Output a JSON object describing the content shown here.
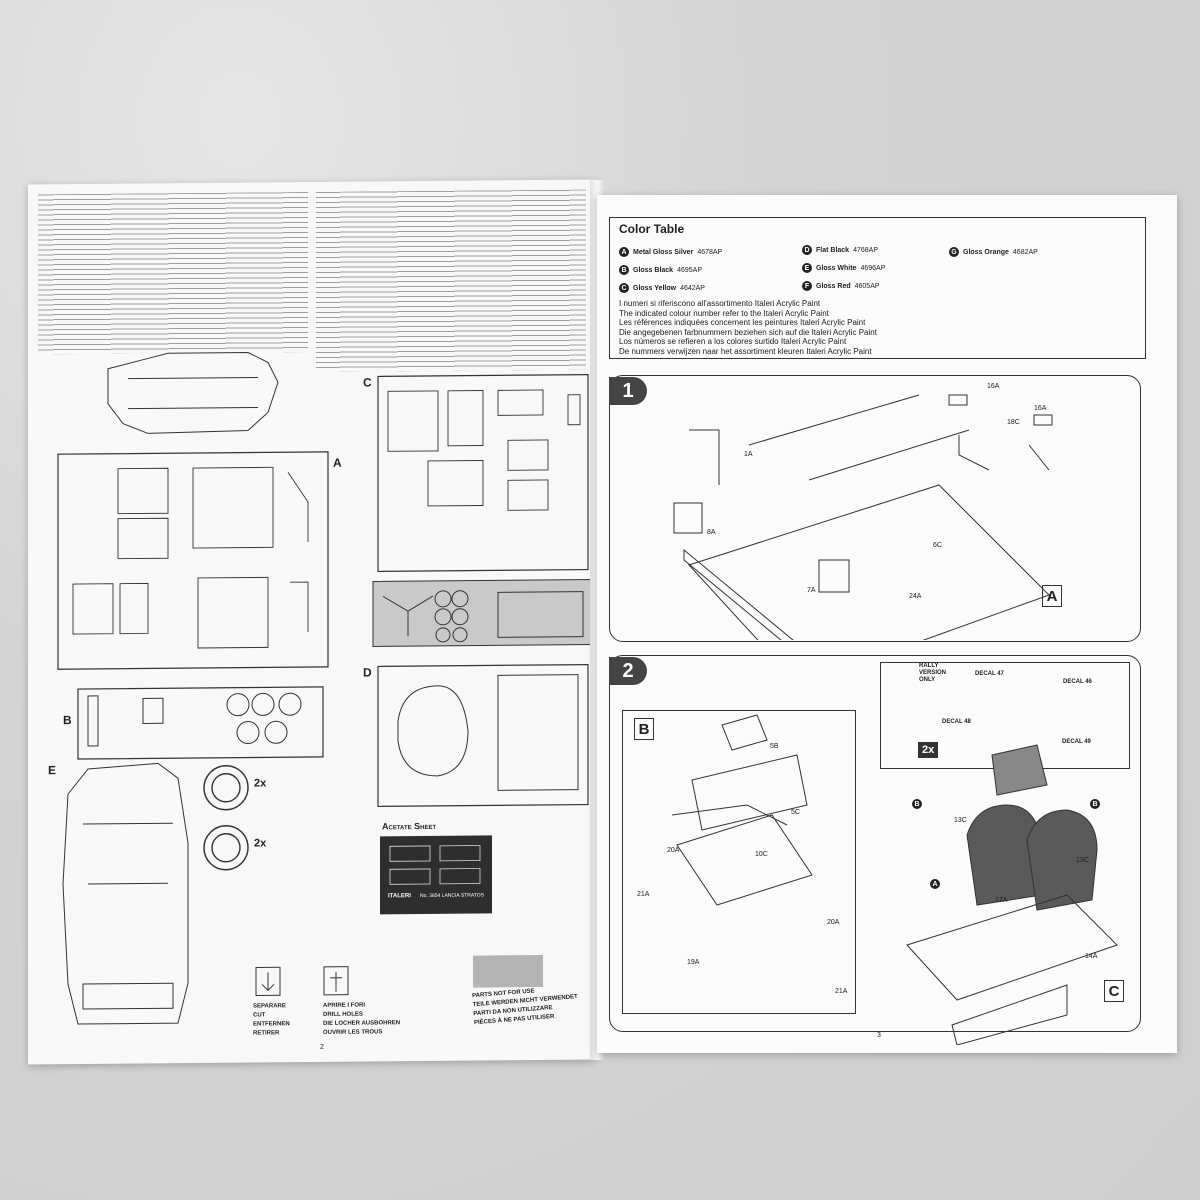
{
  "left_page": {
    "page_number": "2",
    "sprue_labels": {
      "a": "A",
      "b": "B",
      "c": "C",
      "d": "D",
      "e": "E"
    },
    "tire_count_1": "2x",
    "tire_count_2": "2x",
    "acetate_title": "Acetate Sheet",
    "acetate_brand": "ITALERI",
    "acetate_number": "No. 3654 LANCIA STRATOS",
    "tools": [
      {
        "label": "SEPARARE\nCUT\nENTFERNEN\nRETIRER"
      },
      {
        "label": "APRIRE I FORI\nDRILL HOLES\nDIE LOCHER AUSBOHREN\nOUVRIR LES TROUS"
      },
      {
        "label": "PARTS NOT FOR USE\nTEILE WERDEN NICHT VERWENDET\nPARTI DA NON UTILIZZARE\nPIÈCES À NE PAS UTILISER"
      }
    ]
  },
  "right_page": {
    "page_number": "3",
    "color_table": {
      "title": "Color Table",
      "items": [
        {
          "code": "A",
          "name": "Metal Gloss Silver",
          "ref": "4678AP"
        },
        {
          "code": "B",
          "name": "Gloss Black",
          "ref": "4695AP"
        },
        {
          "code": "C",
          "name": "Gloss Yellow",
          "ref": "4642AP"
        },
        {
          "code": "D",
          "name": "Flat Black",
          "ref": "4768AP"
        },
        {
          "code": "E",
          "name": "Gloss White",
          "ref": "4696AP"
        },
        {
          "code": "F",
          "name": "Gloss Red",
          "ref": "4605AP"
        },
        {
          "code": "G",
          "name": "Gloss Orange",
          "ref": "4682AP"
        }
      ],
      "notes": [
        "I numeri si riferiscono all'assortimento Italeri Acrylic Paint",
        "The indicated colour number refer to the Italeri Acrylic Paint",
        "Les références indiquées concernent les peintures Italeri Acrylic Paint",
        "Die angegebenen farbnummern beziehen sich auf die Italeri Acrylic Paint",
        "Los números se refieren a los colores surtido Italeri Acrylic Paint",
        "De nummers verwijzen naar het assortiment kleuren Italeri Acrylic Paint"
      ]
    },
    "step1": {
      "number": "1",
      "sub": "A",
      "parts": [
        "16A",
        "16A",
        "18C",
        "1A",
        "8A",
        "6C",
        "7A",
        "24A"
      ]
    },
    "step2": {
      "number": "2",
      "sub_b": "B",
      "sub_c": "C",
      "rally": "RALLY\nVERSION\nONLY",
      "decals": [
        "DECAL 47",
        "DECAL 46",
        "DECAL 48",
        "DECAL 49"
      ],
      "multiplier": "2x",
      "parts": [
        "5B",
        "5C",
        "10C",
        "20A",
        "21A",
        "19A",
        "20A",
        "21A",
        "13C",
        "13C",
        "17A",
        "14A"
      ],
      "color_markers": [
        "B",
        "B",
        "A"
      ]
    }
  }
}
